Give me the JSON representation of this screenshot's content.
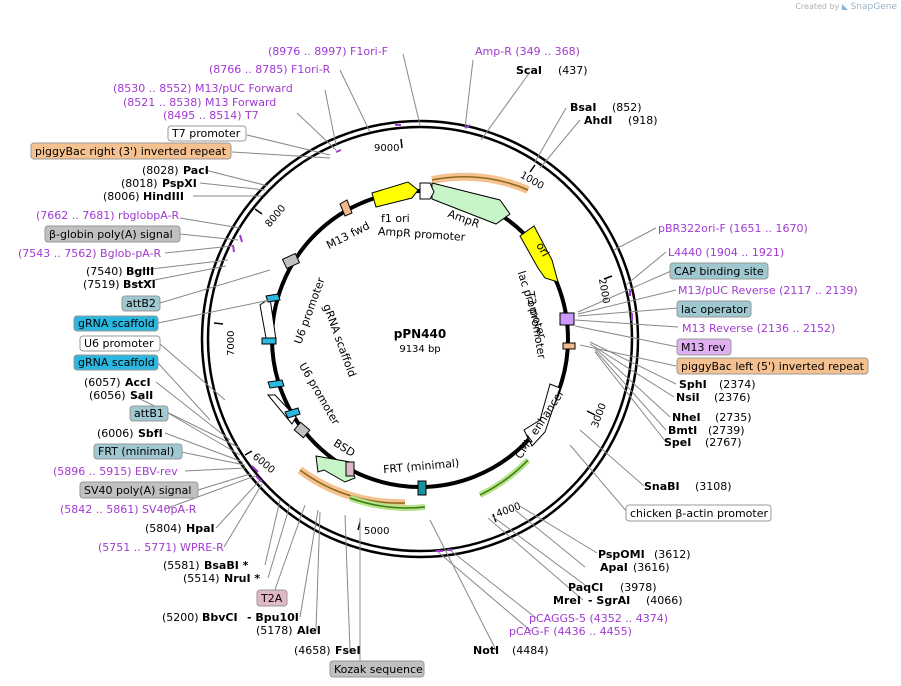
{
  "brand": {
    "created_by": "Created by",
    "app": "SnapGene"
  },
  "plasmid": {
    "name": "pPN440",
    "length": "9134 bp"
  },
  "ruler": [
    "1000",
    "2000",
    "3000",
    "4000",
    "5000",
    "6000",
    "7000",
    "8000",
    "9000"
  ],
  "features": [
    {
      "name": "AmpR",
      "color": "#c8f5c8"
    },
    {
      "name": "AmpR promoter",
      "color": "#ffffff"
    },
    {
      "name": "f1 ori",
      "color": "#ffff00"
    },
    {
      "name": "M13 fwd",
      "color": "#f2b98a"
    },
    {
      "name": "ori",
      "color": "#ffff00"
    },
    {
      "name": "lac promoter",
      "color": "#ffffff"
    },
    {
      "name": "T3 promoter",
      "color": "#ffffff"
    },
    {
      "name": "CMV enhancer",
      "color": "#ffffff"
    },
    {
      "name": "FRT (minimal)",
      "color": "#1f8fa0"
    },
    {
      "name": "BSD",
      "color": "#c8f5c8"
    },
    {
      "name": "U6 promoter",
      "color": "#ffffff"
    },
    {
      "name": "gRNA scaffold",
      "color": "#2ab8e0"
    },
    {
      "name": "U6 promoter",
      "color": "#ffffff"
    }
  ],
  "labels": {
    "f1ori_f": "(8976 .. 8997)  F1ori-F",
    "ampr_r": "Amp-R     (349 .. 368)",
    "scai": "ScaI",
    "scai_pos": "(437)",
    "f1ori_r": "(8766 .. 8785)  F1ori-R",
    "m13puc_fwd": "(8530 .. 8552)  M13/pUC Forward",
    "m13_fwd": "(8521 .. 8538)  M13 Forward",
    "t7": "(8495 .. 8514)  T7",
    "t7_promoter": "T7 promoter",
    "piggybac_right": "piggyBac right (3') inverted repeat",
    "bsai": "BsaI",
    "bsai_pos": "(852)",
    "ahdi": "AhdI",
    "ahdi_pos": "(918)",
    "paci_pos": "(8028)",
    "paci": "PacI",
    "pspxi_pos": "(8018)",
    "pspxi": "PspXI",
    "hindiii_pos": "(8006)",
    "hindiii": "HindIII",
    "rbglobpa_r": "(7662 .. 7681)  rbglobpA-R",
    "bglobin": "β-globin poly(A) signal",
    "bglobpa_r": "(7543 .. 7562)  Bglob-pA-R",
    "bglii_pos": "(7540)",
    "bglii": "BglII",
    "bstxi_pos": "(7519)",
    "bstxi": "BstXI",
    "attb2": "attB2",
    "grna1": "gRNA scaffold",
    "u6": "U6 promoter",
    "grna2": "gRNA scaffold",
    "acci_pos": "(6057)",
    "acci": "AccI",
    "sali_pos": "(6056)",
    "sali": "SalI",
    "attb1": "attB1",
    "sbfi_pos": "(6006)",
    "sbfi": "SbfI",
    "frt_min": "FRT (minimal)",
    "ebv_rev": "(5896 .. 5915)  EBV-rev",
    "sv40": "SV40 poly(A) signal",
    "sv40pa_r": "(5842 .. 5861)  SV40pA-R",
    "hpai_pos": "(5804)",
    "hpai": "HpaI",
    "wpre_r": "(5751 .. 5771)  WPRE-R",
    "bsabi_pos": "(5581)",
    "bsabi": "BsaBI *",
    "nrui_pos": "(5514)",
    "nrui": "NruI *",
    "t2a": "T2A",
    "bbvci_pos": "(5200)",
    "bbvci": "BbvCI",
    "bpu10i": "- Bpu10I",
    "alei_pos": "(5178)",
    "alei": "AleI",
    "fsei_pos": "(4658)",
    "fsei": "FseI",
    "kozak": "Kozak sequence",
    "noti": "NotI",
    "noti_pos": "(4484)",
    "pcag_f": "pCAG-F     (4436 .. 4455)",
    "pcaggs5": "pCAGGS-5     (4352 .. 4374)",
    "mrei": "MreI",
    "sgrai": "- SgrAI",
    "sgrai_pos": "(4066)",
    "paqci": "PaqCI",
    "paqci_pos": "(3978)",
    "apai": "ApaI",
    "apai_pos": "(3616)",
    "pspomi": "PspOMI",
    "pspomi_pos": "(3612)",
    "chicken": "chicken β-actin promoter",
    "snabi": "SnaBI",
    "snabi_pos": "(3108)",
    "spei": "SpeI",
    "spei_pos": "(2767)",
    "bmti": "BmtI",
    "bmti_pos": "(2739)",
    "nhei": "NheI",
    "nhei_pos": "(2735)",
    "nsii": "NsiI",
    "nsii_pos": "(2376)",
    "sphi": "SphI",
    "sphi_pos": "(2374)",
    "piggybac_left": "piggyBac left (5') inverted repeat",
    "m13rev": "M13 rev",
    "m13_reverse": "M13 Reverse     (2136 .. 2152)",
    "lacop": "lac operator",
    "m13puc_rev": "M13/pUC Reverse     (2117 .. 2139)",
    "cap": "CAP binding site",
    "l4440": "L4440     (1904 .. 1921)",
    "pbr322": "pBR322ori-F     (1651 .. 1670)"
  },
  "colors": {
    "primer": "#a03ad0",
    "enzyme": "#000000",
    "ring": "#000000",
    "orange_feature": "#f5c190",
    "grey_feature": "#c0c0c0",
    "blue_feature": "#2ab8e0",
    "teal_feature": "#9fc8d0",
    "purple_feature": "#e0b0f0",
    "pink_feature": "#e0b8c8"
  }
}
